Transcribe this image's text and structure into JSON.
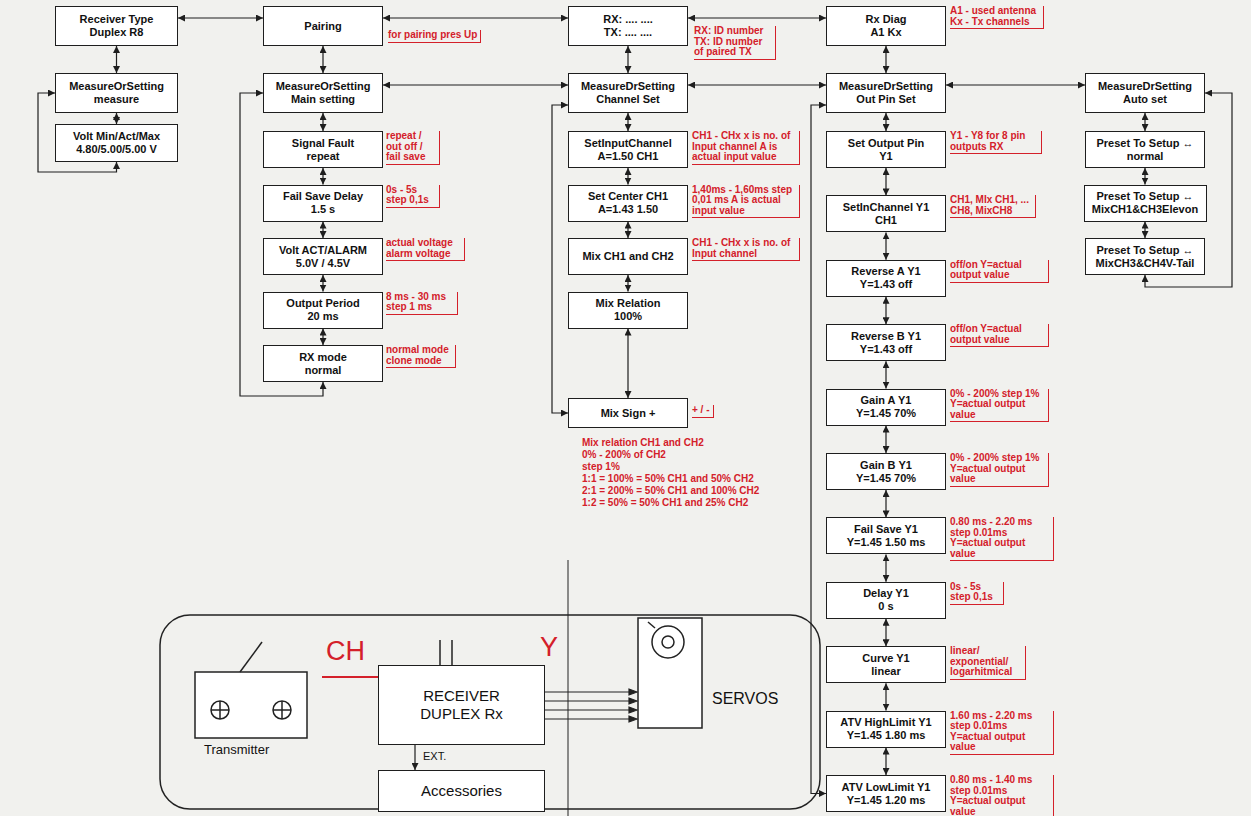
{
  "diagram": {
    "nodes": [
      {
        "text": [
          "Receiver Type",
          "Duplex R8"
        ]
      },
      {
        "text": [
          "MeasureOrSetting",
          "measure"
        ]
      },
      {
        "text": [
          "Volt Min/Act/Max",
          "4.80/5.00/5.00 V"
        ]
      },
      {
        "text": [
          "Pairing"
        ]
      },
      {
        "text": [
          "MeasureOrSetting",
          "Main setting"
        ]
      },
      {
        "text": [
          "Signal Fault",
          "repeat"
        ]
      },
      {
        "text": [
          "Fail Save Delay",
          "1.5 s"
        ]
      },
      {
        "text": [
          "Volt ACT/ALARM",
          "5.0V / 4.5V"
        ]
      },
      {
        "text": [
          "Output Period",
          "20 ms"
        ]
      },
      {
        "text": [
          "RX mode",
          "normal"
        ]
      },
      {
        "text": [
          "RX: .... ....",
          "TX: .... ...."
        ]
      },
      {
        "text": [
          "MeasureDrSetting",
          "Channel Set"
        ]
      },
      {
        "text": [
          "SetInputChannel",
          "A=1.50 CH1"
        ]
      },
      {
        "text": [
          "Set Center CH1",
          "A=1.43 1.50"
        ]
      },
      {
        "text": [
          "Mix CH1 and CH2"
        ]
      },
      {
        "text": [
          "Mix Relation",
          "100%"
        ]
      },
      {
        "text": [
          "Mix Sign +"
        ]
      },
      {
        "text": [
          "Rx Diag",
          "A1 Kx"
        ]
      },
      {
        "text": [
          "MeasureDrSetting",
          "Out Pin Set"
        ]
      },
      {
        "text": [
          "Set Output Pin",
          "Y1"
        ]
      },
      {
        "text": [
          "SetInChannel Y1",
          "CH1"
        ]
      },
      {
        "text": [
          "Reverse A Y1",
          "Y=1.43 off"
        ]
      },
      {
        "text": [
          "Reverse B Y1",
          "Y=1.43 off"
        ]
      },
      {
        "text": [
          "Gain A Y1",
          "Y=1.45 70%"
        ]
      },
      {
        "text": [
          "Gain B Y1",
          "Y=1.45 70%"
        ]
      },
      {
        "text": [
          "Fail Save Y1",
          "Y=1.45 1.50 ms"
        ]
      },
      {
        "text": [
          "Delay Y1",
          "0 s"
        ]
      },
      {
        "text": [
          "Curve Y1",
          "linear"
        ]
      },
      {
        "text": [
          "ATV HighLimit Y1",
          "Y=1.45 1.80 ms"
        ]
      },
      {
        "text": [
          "ATV LowLimit Y1",
          "Y=1.45 1.20 ms"
        ]
      },
      {
        "text": [
          "MeasureDrSetting",
          "Auto set"
        ]
      },
      {
        "text": [
          "Preset To Setup ↔",
          "normal"
        ]
      },
      {
        "text": [
          "Preset To Setup ↔",
          "MixCH1&CH3Elevon"
        ]
      },
      {
        "text": [
          "Preset To Setup ↔",
          "MixCH3&CH4V-Tail"
        ]
      },
      {
        "text": [
          "RECEIVER DUPLEX Rx"
        ]
      },
      {
        "text": [
          "Accessories"
        ]
      }
    ],
    "edges": [
      {
        "from": 0,
        "to": 1,
        "arrow": "both"
      },
      {
        "from": 1,
        "to": 2,
        "arrow": "both"
      },
      {
        "from": 2,
        "to": 1,
        "arrow": "both"
      },
      {
        "from": 0,
        "to": 3,
        "arrow": "both"
      },
      {
        "from": 3,
        "to": 10,
        "arrow": "both"
      },
      {
        "from": 10,
        "to": 17,
        "arrow": "both"
      },
      {
        "from": 3,
        "to": 4,
        "arrow": "both"
      },
      {
        "from": 4,
        "to": 5,
        "arrow": "both"
      },
      {
        "from": 5,
        "to": 6,
        "arrow": "both"
      },
      {
        "from": 6,
        "to": 7,
        "arrow": "both"
      },
      {
        "from": 7,
        "to": 8,
        "arrow": "both"
      },
      {
        "from": 8,
        "to": 9,
        "arrow": "both"
      },
      {
        "from": 9,
        "to": 4,
        "arrow": "both"
      },
      {
        "from": 4,
        "to": 11,
        "arrow": "both"
      },
      {
        "from": 11,
        "to": 18,
        "arrow": "both"
      },
      {
        "from": 18,
        "to": 30,
        "arrow": "both"
      },
      {
        "from": 10,
        "to": 11,
        "arrow": "both"
      },
      {
        "from": 11,
        "to": 12,
        "arrow": "both"
      },
      {
        "from": 12,
        "to": 13,
        "arrow": "both"
      },
      {
        "from": 13,
        "to": 14,
        "arrow": "both"
      },
      {
        "from": 14,
        "to": 15,
        "arrow": "both"
      },
      {
        "from": 15,
        "to": 16,
        "arrow": "both"
      },
      {
        "from": 16,
        "to": 11,
        "arrow": "both"
      },
      {
        "from": 17,
        "to": 18,
        "arrow": "both"
      },
      {
        "from": 18,
        "to": 19,
        "arrow": "both"
      },
      {
        "from": 19,
        "to": 20,
        "arrow": "both"
      },
      {
        "from": 20,
        "to": 21,
        "arrow": "both"
      },
      {
        "from": 21,
        "to": 22,
        "arrow": "both"
      },
      {
        "from": 22,
        "to": 23,
        "arrow": "both"
      },
      {
        "from": 23,
        "to": 24,
        "arrow": "both"
      },
      {
        "from": 24,
        "to": 25,
        "arrow": "both"
      },
      {
        "from": 25,
        "to": 26,
        "arrow": "both"
      },
      {
        "from": 26,
        "to": 27,
        "arrow": "both"
      },
      {
        "from": 27,
        "to": 28,
        "arrow": "both"
      },
      {
        "from": 28,
        "to": 29,
        "arrow": "both"
      },
      {
        "from": 29,
        "to": 18,
        "arrow": "both"
      },
      {
        "from": 30,
        "to": 31,
        "arrow": "both"
      },
      {
        "from": 31,
        "to": 32,
        "arrow": "both"
      },
      {
        "from": 32,
        "to": 33,
        "arrow": "both"
      },
      {
        "from": 33,
        "to": 30,
        "arrow": "both"
      },
      {
        "from": 34,
        "to": 35,
        "label": "EXT.",
        "arrow": "to"
      }
    ],
    "labels": [
      "for pairing pres Up",
      "repeat / out off / fail save",
      "0s - 5s step 0,1s",
      "actual voltage alarm voltage",
      "8 ms - 30 ms step 1 ms",
      "normal mode clone mode",
      "RX: ID number TX: ID number of paired TX",
      "CH1 - CHx x is no. of Input channel A is actual input value",
      "1,40ms - 1,60ms step 0,01 ms A is actual input value",
      "CH1 - CHx x is no. of Input channel",
      "+ / -",
      "Mix relation CH1 and CH2",
      "0% - 200% of CH2",
      "step 1%",
      "1:1 = 100% = 50% CH1 and 50% CH2",
      "2:1 = 200% = 50% CH1 and 100% CH2",
      "1:2 = 50% = 50% CH1 and 25% CH2",
      "A1 - used antenna Kx - Tx channels",
      "Y1 - Y8 for 8 pin outputs RX",
      "CH1, MIx CH1, ... CH8, MixCH8",
      "off/on Y=actual output value",
      "off/on Y=actual output value",
      "0% - 200% step 1% Y=actual output value",
      "0% - 200% step 1% Y=actual output value",
      "0.80 ms - 2.20 ms step 0.01ms Y=actual output value",
      "0s - 5s step 0,1s",
      "linear/ exponential/ logarhitmical",
      "1.60 ms - 2.20 ms step 0.01ms Y=actual output value",
      "0.80 ms - 1.40 ms step 0.01ms Y=actual output value",
      "CH",
      "Transmitter",
      "Y",
      "SERVOS"
    ]
  }
}
